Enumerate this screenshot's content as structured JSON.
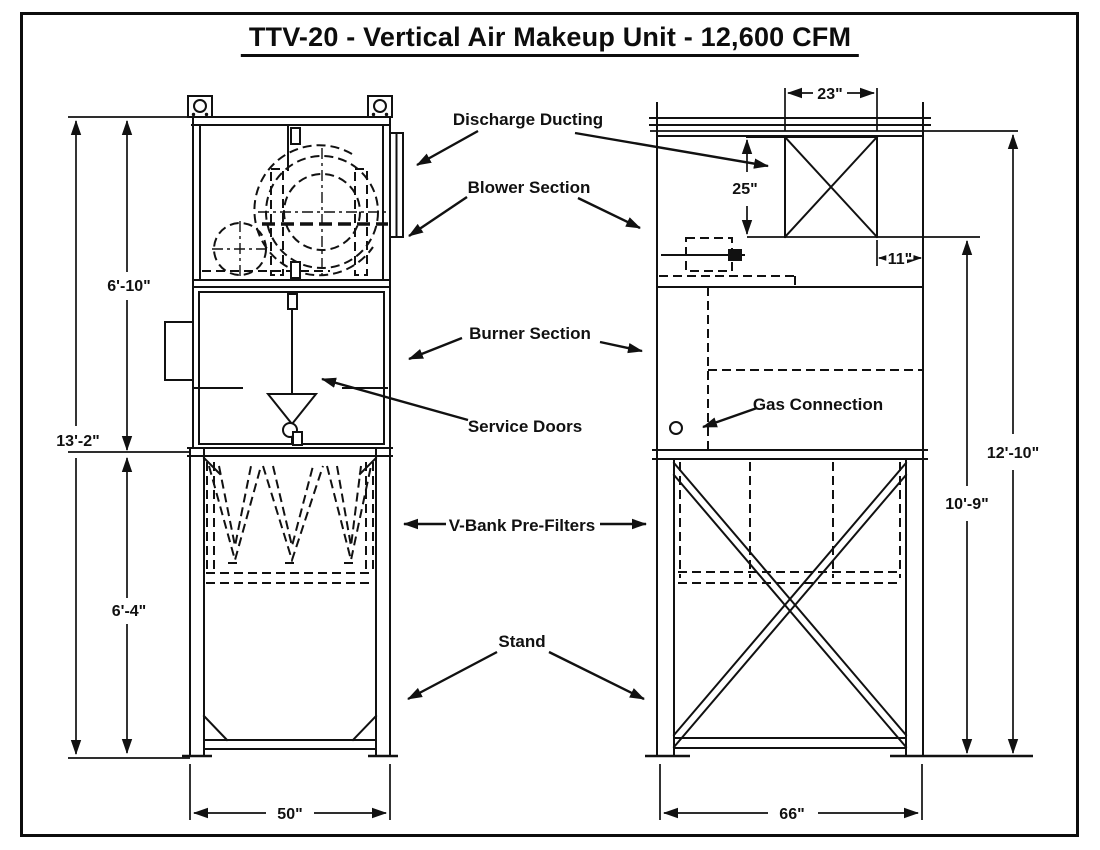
{
  "title": "TTV-20 - Vertical Air Makeup Unit - 12,600 CFM",
  "callouts": {
    "discharge_ducting": "Discharge Ducting",
    "blower_section": "Blower Section",
    "burner_section": "Burner Section",
    "service_doors": "Service Doors",
    "gas_connection": "Gas Connection",
    "v_bank_pre_filters": "V-Bank Pre-Filters",
    "stand": "Stand"
  },
  "front_view": {
    "overall_height": "13'-2\"",
    "cabinet_height": "6'-10\"",
    "stand_height": "6'-4\"",
    "width": "50\""
  },
  "side_view": {
    "duct_width": "23\"",
    "duct_height": "25\"",
    "duct_offset": "11\"",
    "overall_height": "12'-10\"",
    "upper_height": "10'-9\"",
    "width": "66\""
  },
  "colors": {
    "ink": "#111111",
    "paper": "#ffffff"
  }
}
